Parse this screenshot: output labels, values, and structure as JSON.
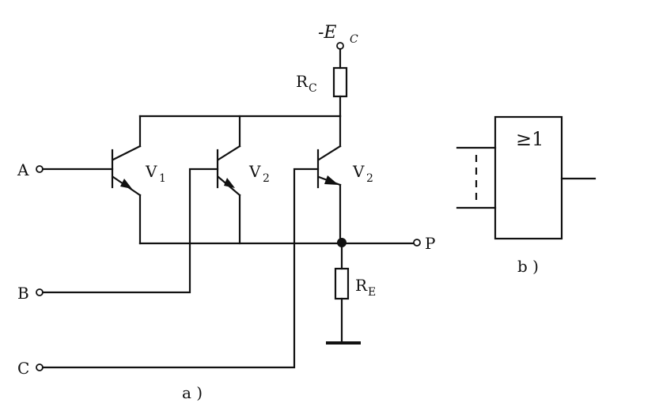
{
  "figure_a": {
    "caption": "a )",
    "supply_label": "-E",
    "supply_sub": "C",
    "rc_label": "R",
    "rc_sub": "C",
    "re_label": "R",
    "re_sub": "E",
    "input_a": "A",
    "input_b": "B",
    "input_c": "C",
    "output_p": "P",
    "transistors": [
      {
        "label": "V",
        "sub": "1"
      },
      {
        "label": "V",
        "sub": "2"
      },
      {
        "label": "V",
        "sub": "2"
      }
    ]
  },
  "figure_b": {
    "caption": "b )",
    "gate_symbol": "≥1"
  }
}
